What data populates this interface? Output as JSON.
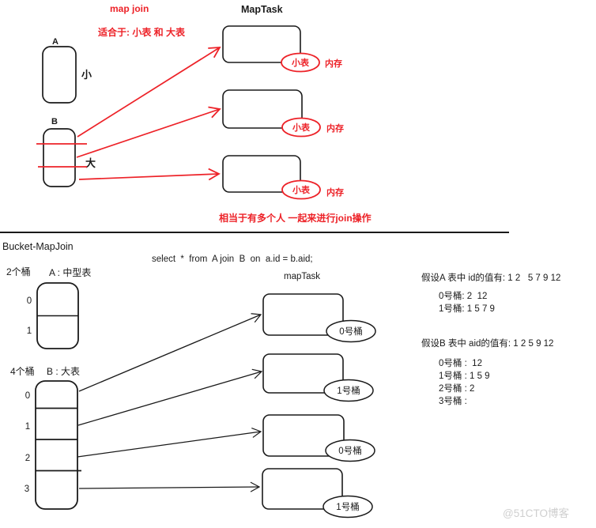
{
  "colors": {
    "red": "#ed2228",
    "black": "#1a1a1a",
    "watermark": "#cfcfcf"
  },
  "top": {
    "title": "map join",
    "subtitle": "适合于: 小表 和 大表",
    "maptask_heading": "MapTask",
    "table_a": {
      "label": "A",
      "size_label": "小"
    },
    "table_b": {
      "label": "B",
      "size_label": "大"
    },
    "tasks": [
      {
        "ellipse_label": "小表",
        "memory_label": "内存"
      },
      {
        "ellipse_label": "小表",
        "memory_label": "内存"
      },
      {
        "ellipse_label": "小表",
        "memory_label": "内存"
      }
    ],
    "caption": "相当于有多个人 一起来进行join操作"
  },
  "bottom": {
    "title": "Bucket-MapJoin",
    "sql": "select  *  from  A join  B  on  a.id = b.aid;",
    "maptask_heading": "mapTask",
    "bucket_a": {
      "count_label": "2个桶",
      "table_label": "A : 中型表",
      "cells": [
        "0",
        "1"
      ]
    },
    "bucket_b": {
      "count_label": "4个桶",
      "table_label": "B : 大表",
      "cells": [
        "0",
        "1",
        "2",
        "3"
      ]
    },
    "tasks": [
      {
        "ellipse_label": "0号桶"
      },
      {
        "ellipse_label": "1号桶"
      },
      {
        "ellipse_label": "0号桶"
      },
      {
        "ellipse_label": "1号桶"
      }
    ],
    "notes_a": {
      "heading": "假设A 表中 id的值有: 1 2   5 7 9 12",
      "lines": [
        "0号桶: 2  12",
        "1号桶: 1 5 7 9"
      ]
    },
    "notes_b": {
      "heading": "假设B 表中 aid的值有: 1 2 5 9 12",
      "lines": [
        "0号桶 :  12",
        "1号桶 : 1 5 9",
        "2号桶 : 2",
        "3号桶 :"
      ]
    }
  },
  "watermark": "@51CTO博客"
}
